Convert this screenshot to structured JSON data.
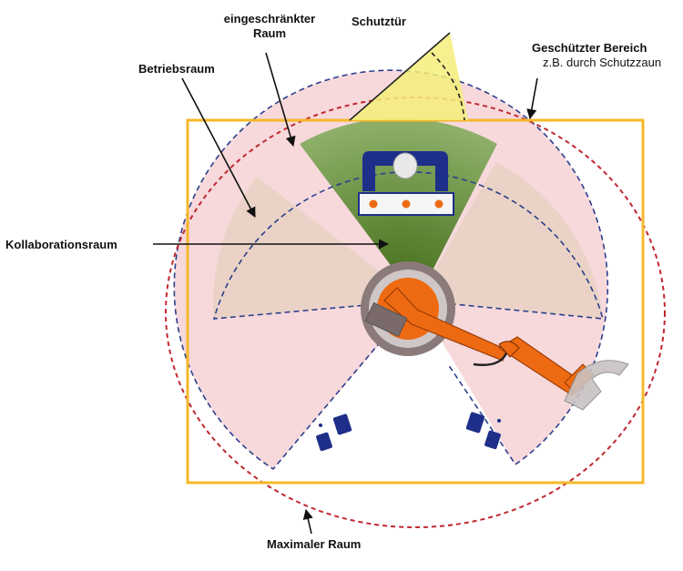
{
  "labels": {
    "eingeschraenkter_line1": "eingeschränkter",
    "eingeschraenkter_line2": "Raum",
    "schutztuer": "Schutztür",
    "geschuetzter_bereich": "Geschützter Bereich",
    "schutzzaun_note": "z.B. durch Schutzzaun",
    "betriebsraum": "Betriebsraum",
    "kollaborationsraum": "Kollaborationsraum",
    "maximaler_raum": "Maximaler Raum"
  },
  "colors": {
    "fence": "#f5b82a",
    "max_space": "#c0282f",
    "restricted_space": "#2c3f8c",
    "pink_area": "#f7d9dc",
    "operating_area": "#ead3c6",
    "collab_area": "#4f7a1f",
    "door": "#f4ef7a",
    "robot_orange": "#ee6a12",
    "robot_base": "#8b7a7a",
    "gripper_blue": "#1e2f8a"
  }
}
